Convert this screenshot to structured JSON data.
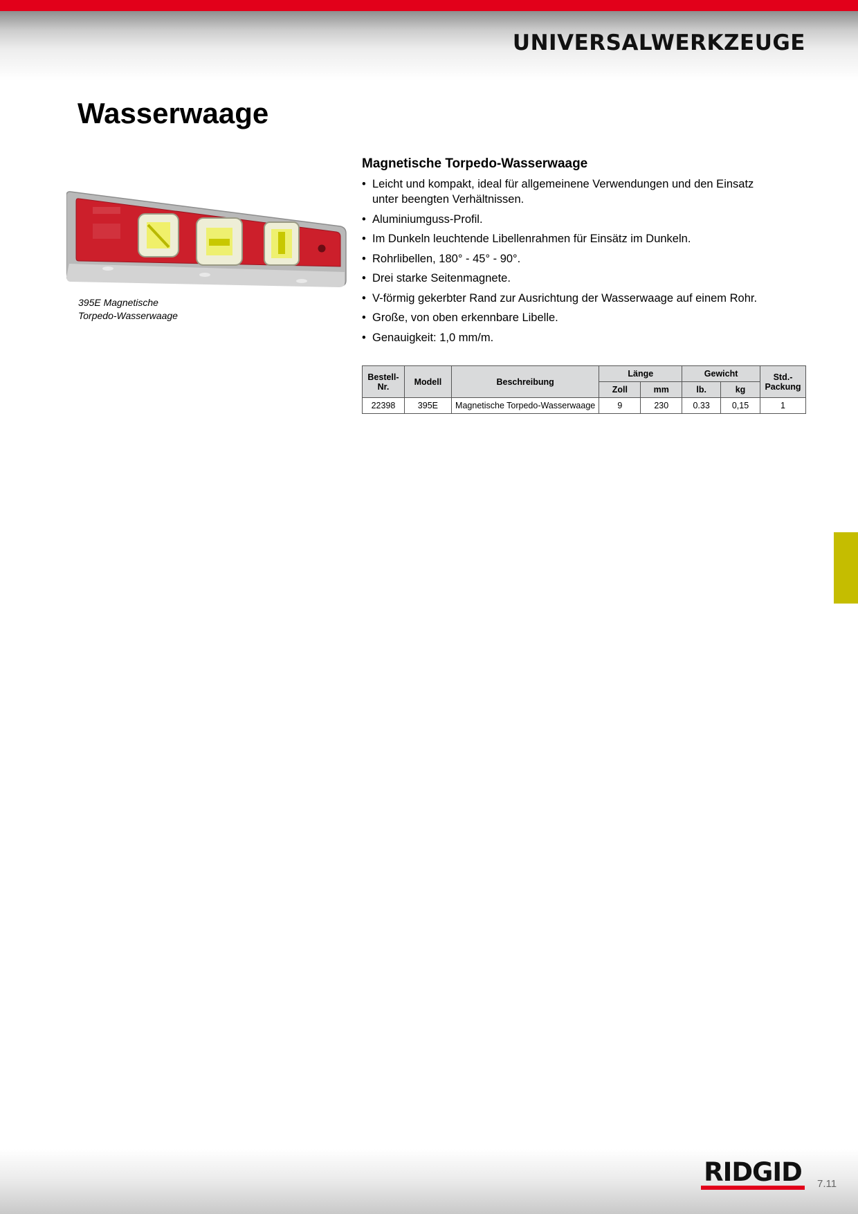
{
  "header": {
    "section_title": "UNIVERSALWERKZEUGE"
  },
  "page": {
    "title": "Wasserwaage",
    "number": "7.11"
  },
  "image": {
    "caption_line1": "395E Magnetische",
    "caption_line2": "Torpedo-Wasserwaage"
  },
  "product": {
    "heading": "Magnetische Torpedo-Wasserwaage",
    "features": [
      "Leicht und kompakt, ideal für allgemeinene Verwendungen und den Einsatz unter beengten Verhältnissen.",
      "Aluminiumguss-Profil.",
      "Im Dunkeln leuchtende Libellenrahmen für Einsätz im Dunkeln.",
      "Rohrlibellen, 180° - 45° - 90°.",
      "Drei starke Seitenmagnete.",
      "V-förmig gekerbter Rand zur Ausrichtung der Wasserwaage auf einem Rohr.",
      "Große, von oben erkennbare Libelle.",
      "Genauigkeit: 1,0 mm/m."
    ]
  },
  "table": {
    "headers": {
      "bestell_line1": "Bestell-",
      "bestell_line2": "Nr.",
      "modell": "Modell",
      "beschreibung": "Beschreibung",
      "laenge": "Länge",
      "gewicht": "Gewicht",
      "std_line1": "Std.-",
      "std_line2": "Packung",
      "zoll": "Zoll",
      "mm": "mm",
      "lb": "lb.",
      "kg": "kg"
    },
    "rows": [
      {
        "bestell_nr": "22398",
        "modell": "395E",
        "beschreibung": "Magnetische Torpedo-Wasserwaage",
        "zoll": "9",
        "mm": "230",
        "lb": "0.33",
        "kg": "0,15",
        "packung": "1"
      }
    ]
  },
  "footer": {
    "logo_text": "RIDGID"
  },
  "colors": {
    "brand_red": "#e2001a",
    "tab_yellow": "#c5bd00",
    "table_header_gray": "#d9dadb"
  }
}
